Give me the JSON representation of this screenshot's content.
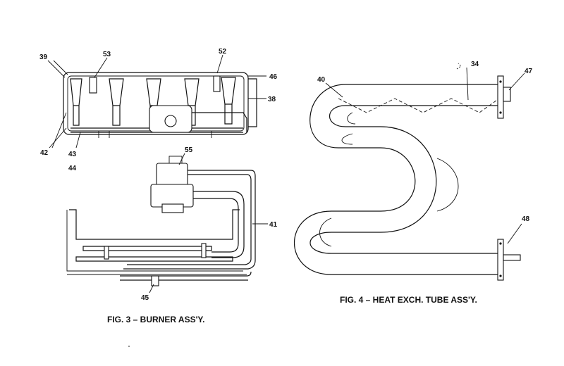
{
  "captions": {
    "fig3": "FIG. 3 – BURNER ASS'Y.",
    "fig4": "FIG. 4 – HEAT EXCH. TUBE ASS'Y."
  },
  "callouts": {
    "c39": "39",
    "c53": "53",
    "c52": "52",
    "c46": "46",
    "c38": "38",
    "c42": "42",
    "c43": "43",
    "c44": "44",
    "c55": "55",
    "c41": "41",
    "c45": "45",
    "c40": "40",
    "c34": "34",
    "c47": "47",
    "c48": "48"
  }
}
